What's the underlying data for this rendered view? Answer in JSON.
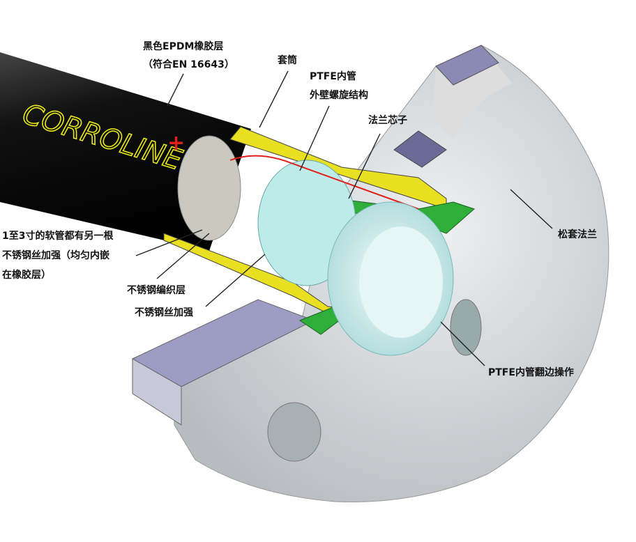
{
  "title": "CORROLINE+ 软管结构示意图",
  "brand": {
    "logo_text": "CORROLINE",
    "logo_plus": "+"
  },
  "labels": {
    "epdm_line1": "黑色EPDM橡胶层",
    "epdm_line2": "（符合EN 16643）",
    "sleeve": "套筒",
    "ptfe_line1": "PTFE内管",
    "ptfe_line2": "外壁螺旋结构",
    "flange_core": "法兰芯子",
    "loose_flange": "松套法兰",
    "extra_wire_line1": "1至3寸的软管都有另一根",
    "extra_wire_line2": "不锈钢丝加强（均匀内嵌",
    "extra_wire_line3": "在橡胶层）",
    "braid": "不锈钢编织层",
    "wire": "不锈钢丝加强",
    "flare": "PTFE内管翻边操作"
  },
  "colors": {
    "hose": "#111111",
    "logo": "#e6e619",
    "plus": "#e0201a",
    "sleeve": "#e8e020",
    "core": "#2fae3a",
    "liner": "#bfeaea",
    "flange": "#d4d7da",
    "block": "#9c9cc4"
  }
}
